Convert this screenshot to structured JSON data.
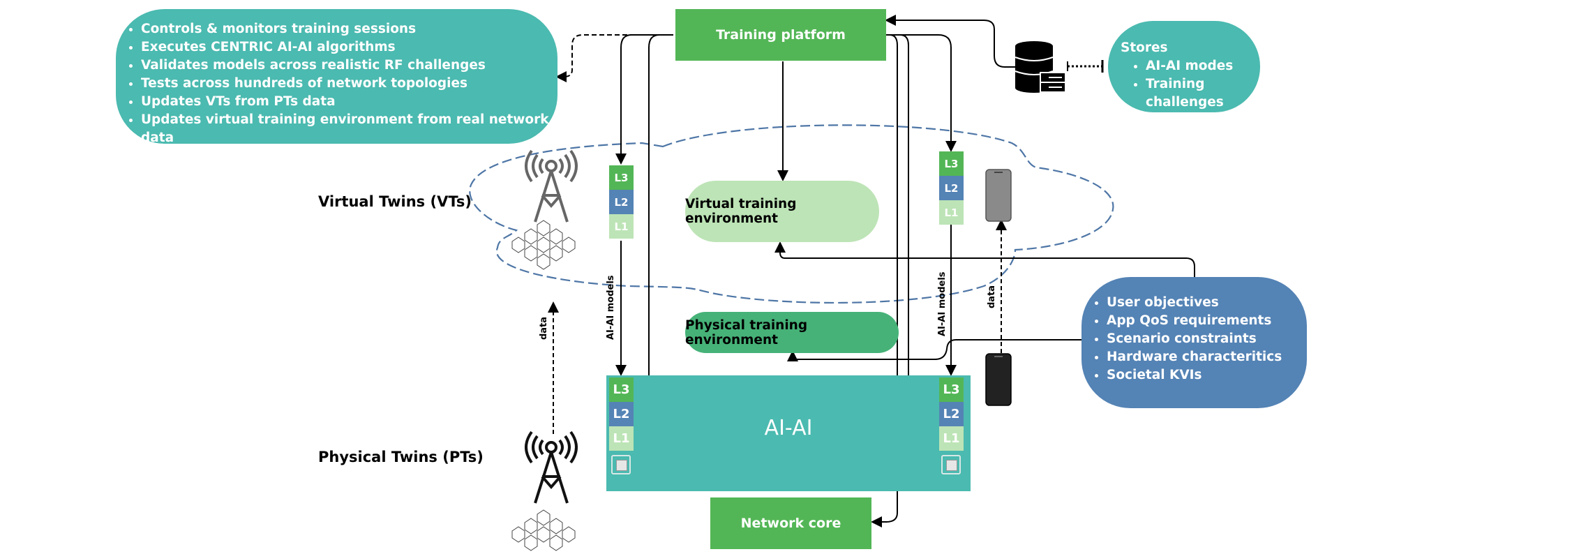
{
  "platform_features": {
    "items": [
      "Controls & monitors training sessions",
      "Executes CENTRIC AI-AI algorithms",
      "Validates models across realistic RF challenges",
      "Tests across hundreds of network topologies",
      "Updates VTs from PTs data",
      "Updates virtual training environment from real network data"
    ]
  },
  "training_platform": {
    "label": "Training platform"
  },
  "stores": {
    "title": "Stores",
    "items": [
      "AI-AI modes",
      "Training challenges"
    ]
  },
  "virtual_twins": {
    "label": "Virtual Twins (VTs)"
  },
  "physical_twins": {
    "label": "Physical Twins (PTs)"
  },
  "virtual_env": {
    "label": "Virtual training environment"
  },
  "physical_env": {
    "label": "Physical training environment"
  },
  "ai_ai": {
    "label": "AI-AI"
  },
  "network_core": {
    "label": "Network core"
  },
  "layers": {
    "l3": "L3",
    "l2": "L2",
    "l1": "L1"
  },
  "edge_labels": {
    "models_left": "AI-AI models",
    "models_right": "AI-AI models",
    "data_left": "data",
    "data_right": "data"
  },
  "requirements": {
    "items": [
      "User objectives",
      "App QoS requirements",
      "Scenario constraints",
      "Hardware characteritics",
      "Societal KVIs"
    ]
  },
  "icons": {
    "tower": "cell-tower-icon",
    "hex_grid": "hexagon-cells-icon",
    "phone": "smartphone-icon",
    "database": "database-server-icon",
    "chip": "processor-chip-icon"
  },
  "colors": {
    "teal": "#4bbab0",
    "green": "#53b656",
    "light_green": "#bde4b6",
    "mid_green": "#46b278",
    "blue": "#5483b5",
    "cloud_dash": "#4e76a6"
  }
}
